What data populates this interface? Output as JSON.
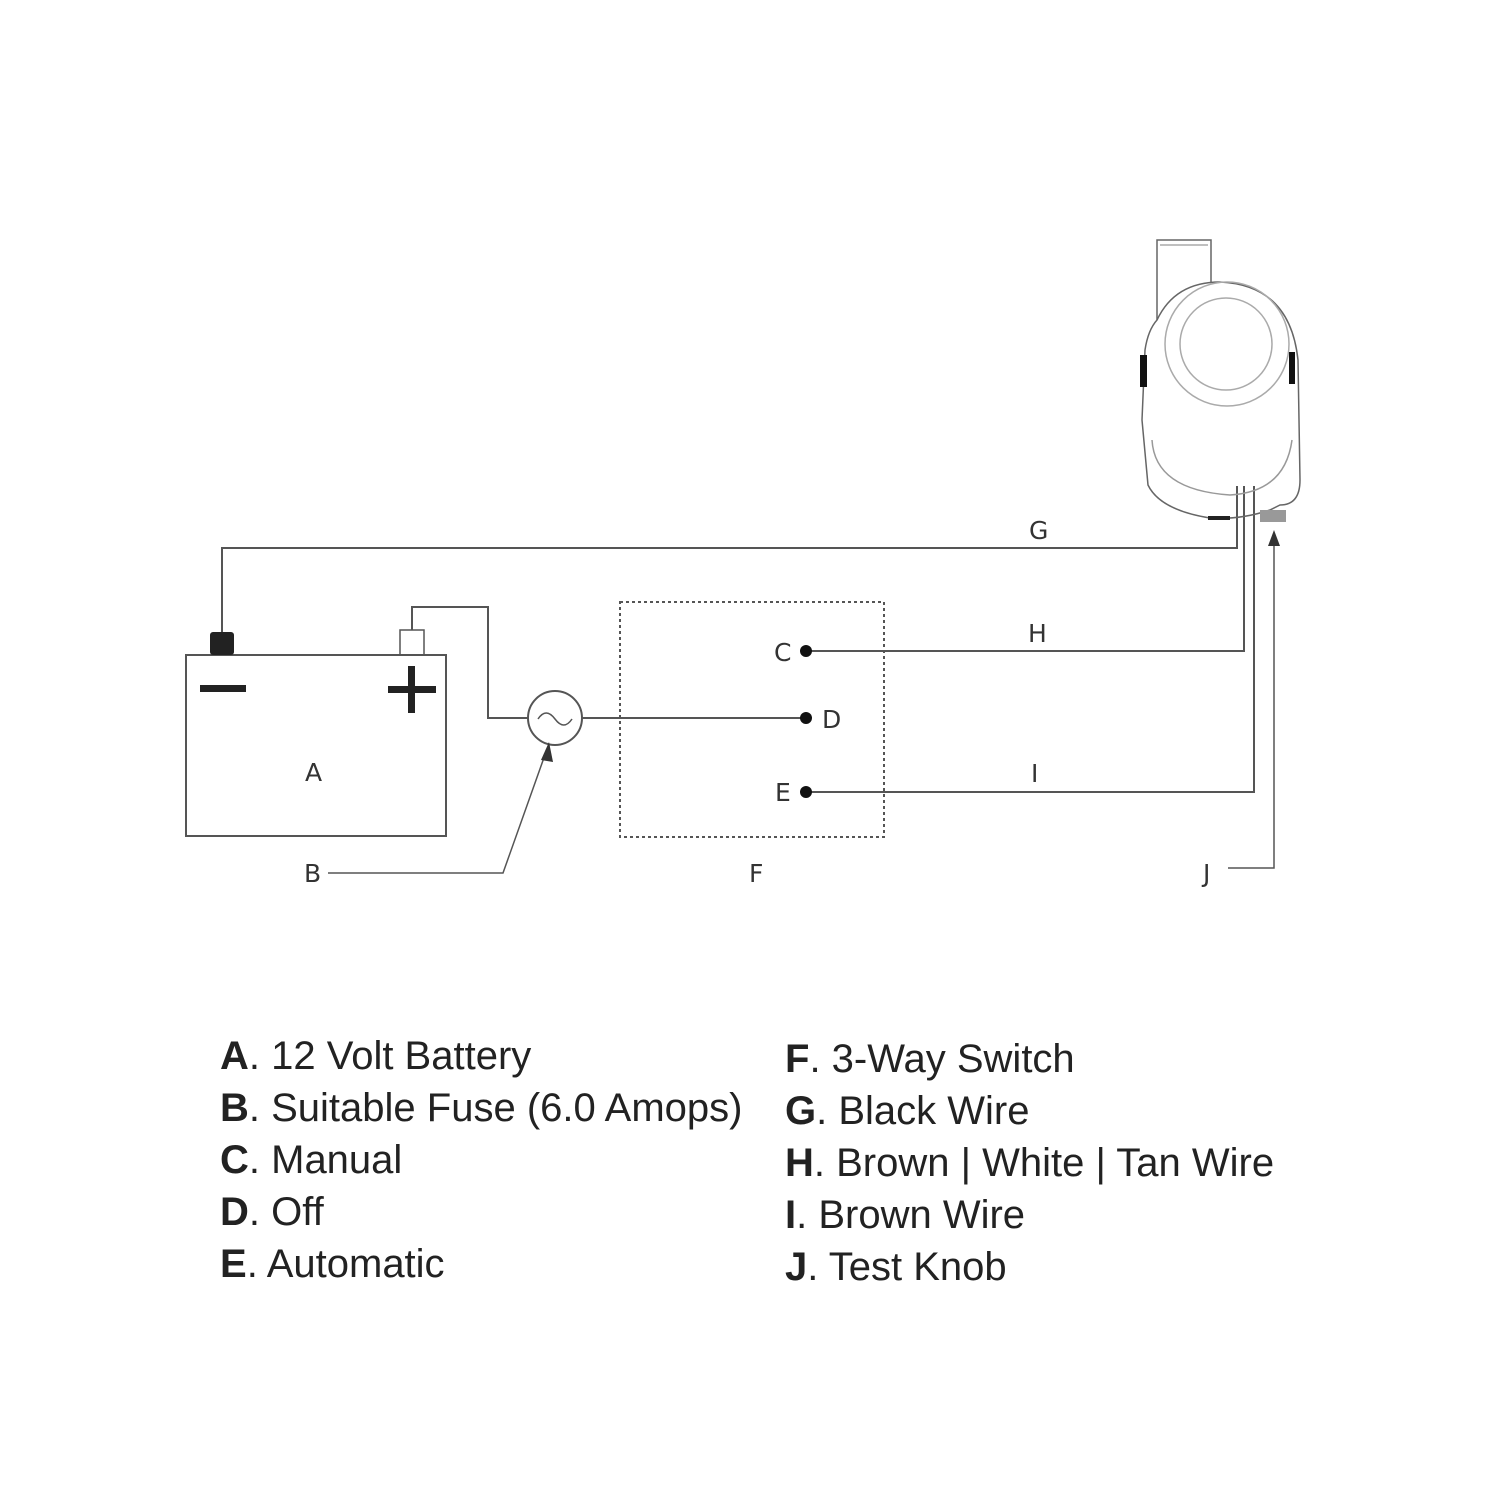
{
  "diagram": {
    "labels": {
      "A": "A",
      "B": "B",
      "C": "C",
      "D": "D",
      "E": "E",
      "F": "F",
      "G": "G",
      "H": "H",
      "I": "I",
      "J": "J"
    },
    "battery_symbols": {
      "negative": "−",
      "positive": "+"
    }
  },
  "legend": {
    "left": [
      {
        "key": "A",
        "text": ". 12 Volt Battery"
      },
      {
        "key": "B",
        "text": ". Suitable Fuse (6.0 Amops)"
      },
      {
        "key": "C",
        "text": ". Manual"
      },
      {
        "key": "D",
        "text": ". Off"
      },
      {
        "key": "E",
        "text": ". Automatic"
      }
    ],
    "right": [
      {
        "key": "F",
        "text": ". 3-Way Switch"
      },
      {
        "key": "G",
        "text": ". Black Wire"
      },
      {
        "key": "H",
        "text": ". Brown | White | Tan Wire"
      },
      {
        "key": "I",
        "text": ". Brown Wire"
      },
      {
        "key": "J",
        "text": ". Test Knob"
      }
    ]
  },
  "colors": {
    "line": "#555555",
    "text": "#222222"
  }
}
